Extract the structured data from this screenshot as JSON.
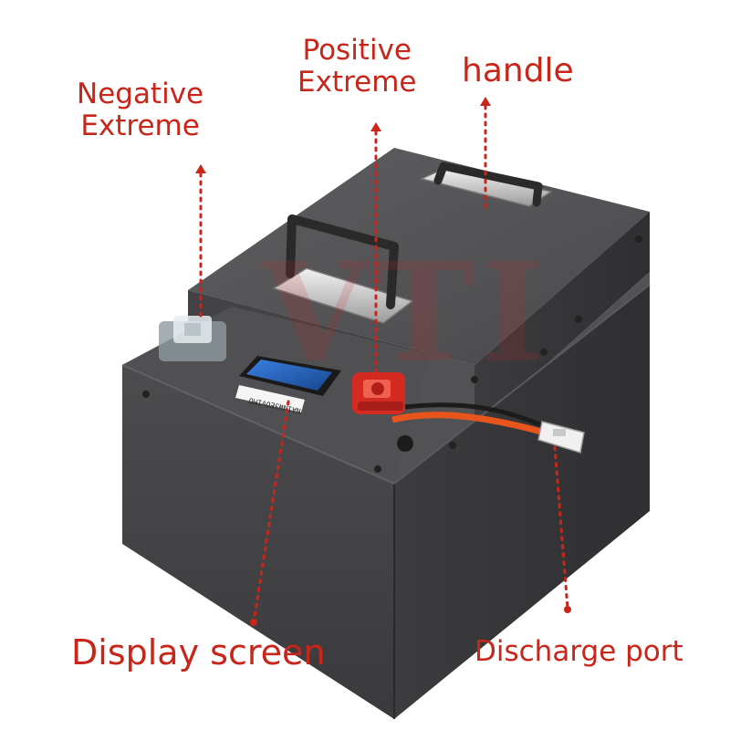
{
  "labels": {
    "negative": [
      "Negative",
      "Extreme"
    ],
    "positive": [
      "Positive",
      "Extreme"
    ],
    "handle": "handle",
    "display": "Display screen",
    "discharge": "Discharge port"
  },
  "watermark": "VTI",
  "screen_label": "NA1NW3EOVIMO",
  "colors": {
    "accent": "#c8261a",
    "body": "#4b4b4d",
    "body_dark": "#38383a",
    "terminal": "#d42a22",
    "cable": "#e8551c",
    "screen": "#1f5fbf"
  }
}
